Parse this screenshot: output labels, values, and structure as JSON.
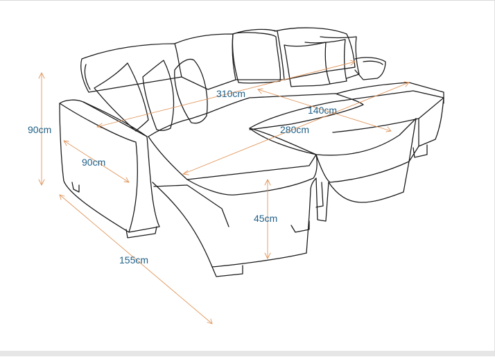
{
  "diagram": {
    "line_color": "#1a1a1a",
    "dimension_color": "#e0955a",
    "label_color": "#1e5f86",
    "dimensions": {
      "height_total": "90cm",
      "armrest_depth": "90cm",
      "total_width": "310cm",
      "chaise_width": "140cm",
      "seat_width": "280cm",
      "seat_height": "45cm",
      "chaise_length": "155cm"
    }
  }
}
